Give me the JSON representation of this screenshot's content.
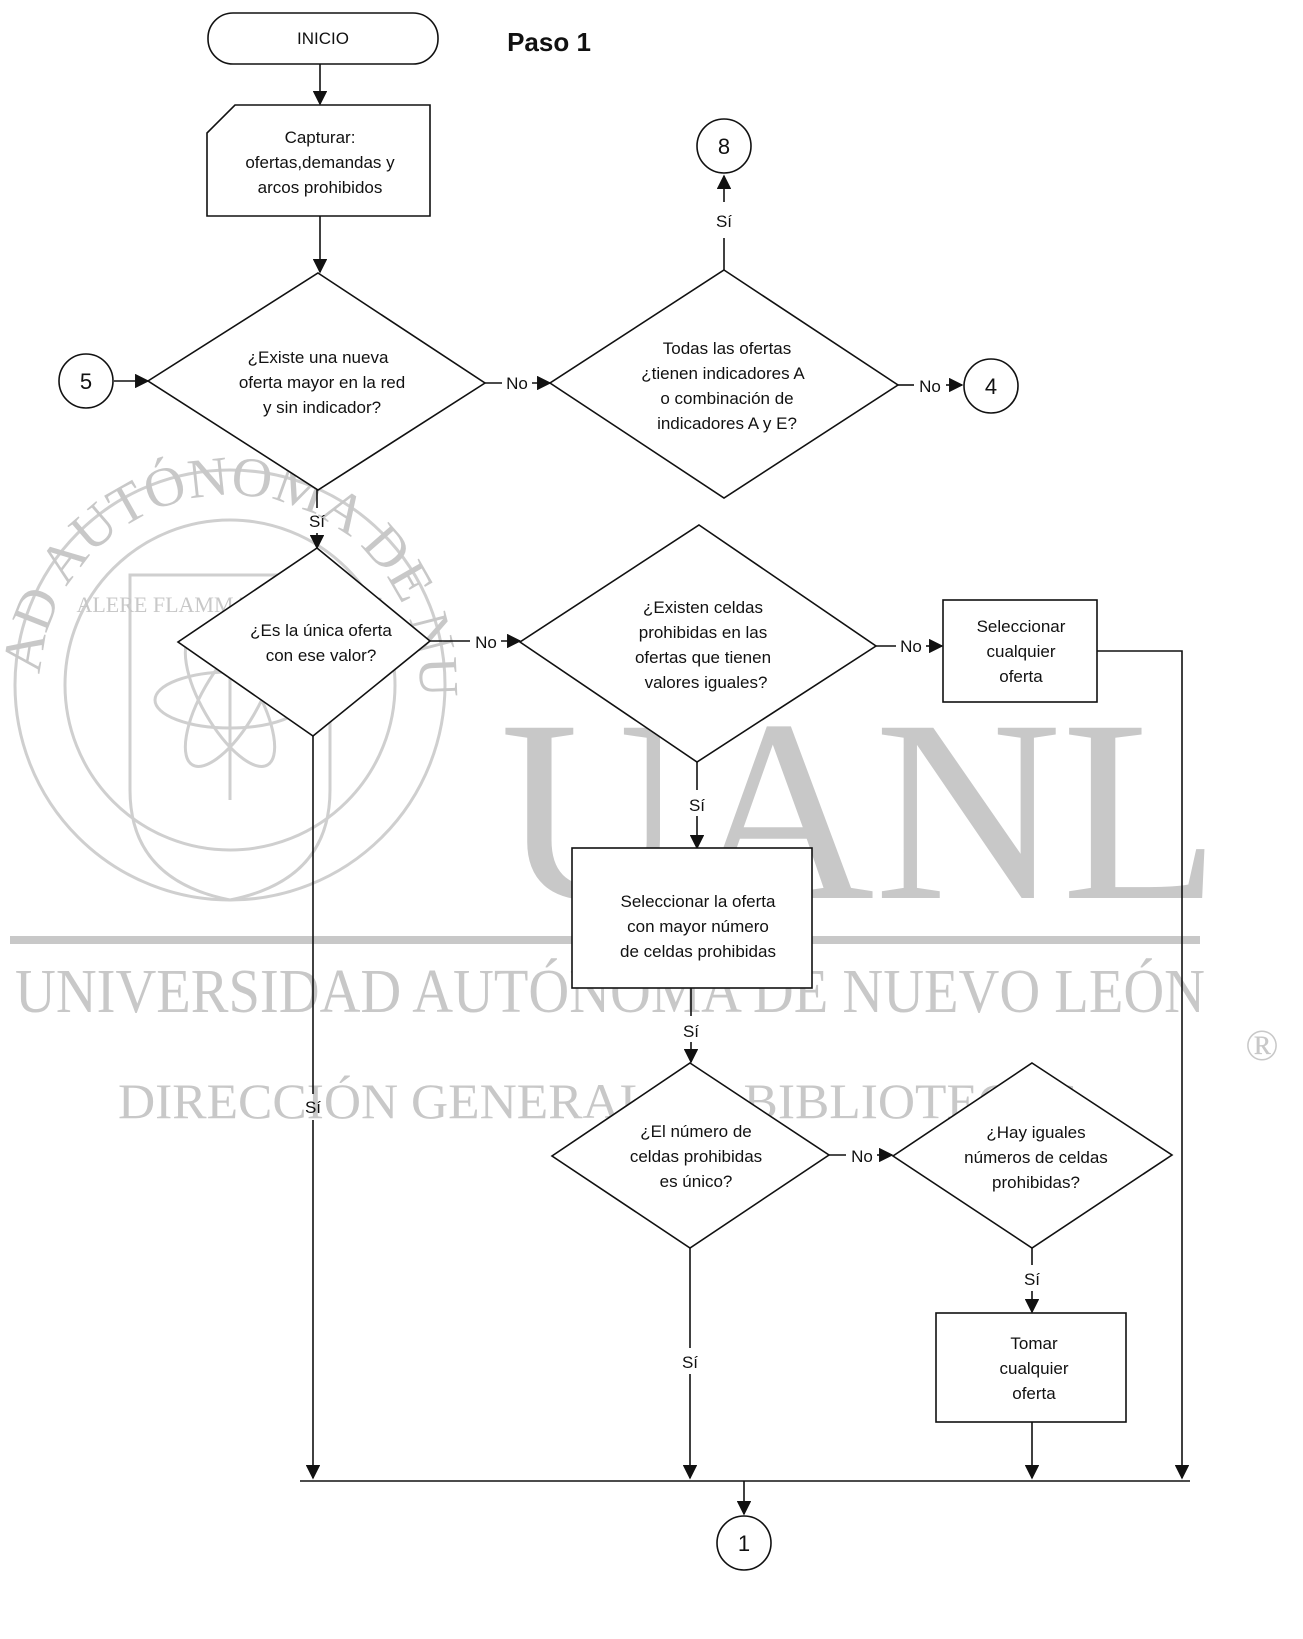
{
  "title": "Paso 1",
  "watermark": {
    "seal_text": "UNIVERSIDAD AUTÓNOMA DE NUEVO LEÓN",
    "motto": "ALERE FLAMMAM VERITATIS",
    "big_letters": "UANL",
    "line1": "UNIVERSIDAD AUTÓNOMA DE NUEVO LEÓN",
    "line2": "DIRECCIÓN GENERAL DE BIBLIOTECAS",
    "registered": "®",
    "color": "#c8c8c8"
  },
  "nodes": {
    "start": "INICIO",
    "capture": [
      "Capturar:",
      "ofertas,demandas y",
      "arcos prohibidos"
    ],
    "conn8": "8",
    "conn5": "5",
    "conn4": "4",
    "conn1": "1",
    "d_new_offer": [
      "¿Existe una nueva",
      "oferta mayor en  la red",
      "y sin indicador?"
    ],
    "d_all_indicators": [
      "Todas las ofertas",
      "¿tienen indicadores A",
      "o combinación de",
      "indicadores A y E?"
    ],
    "d_unique_offer": [
      "¿Es la única oferta",
      "con ese valor?"
    ],
    "d_forbidden_cells": [
      "¿Existen celdas",
      "prohibidas en las",
      "ofertas que tienen",
      "valores iguales?"
    ],
    "p_select_any": [
      "Seleccionar",
      "cualquier",
      "oferta"
    ],
    "p_select_max": [
      "Seleccionar la oferta",
      "con mayor número",
      "de celdas prohibidas"
    ],
    "d_unique_count": [
      "¿El número de",
      "celdas prohibidas",
      "es único?"
    ],
    "d_equal_counts": [
      "¿Hay iguales",
      "números de celdas",
      "prohibidas?"
    ],
    "p_take_any": [
      "Tomar",
      "cualquier",
      "oferta"
    ]
  },
  "edge_labels": {
    "yes": "Sí",
    "no": "No"
  }
}
